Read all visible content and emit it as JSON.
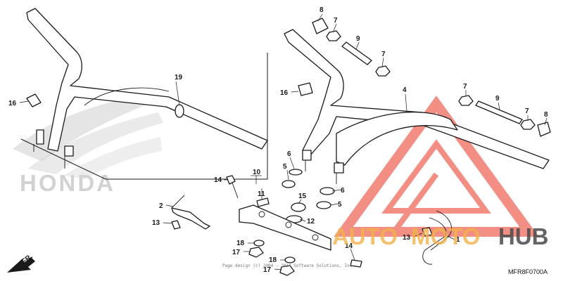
{
  "diagram": {
    "code": "MFR8F0700A",
    "brand_watermark": "HONDA",
    "copyright_note": "Page design (c) 2004 - 2014 Software Solutions, Inc",
    "direction_label": "FR.",
    "watermark": {
      "auto": "AUTO",
      "moto": "MOTO",
      "hub": "HUB",
      "color_primary": "#f07b6e",
      "color_secondary": "#f4b24a",
      "color_dark": "#4a4a4a"
    },
    "callouts": [
      "1",
      "2",
      "4",
      "5",
      "6",
      "7",
      "8",
      "9",
      "10",
      "11",
      "12",
      "13",
      "14",
      "15",
      "16",
      "17",
      "18",
      "19"
    ]
  }
}
